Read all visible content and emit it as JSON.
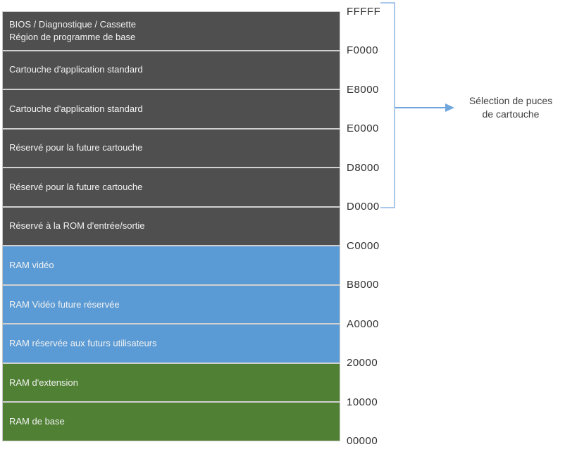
{
  "palette": {
    "rom": "#4f4f4f",
    "vram": "#5b9bd5",
    "ram": "#4f8033",
    "divider": "#d0d0d0",
    "blockText": "#f2f2f2",
    "addressText": "#303030",
    "bracket": "#a9c7e9",
    "arrow": "#71a6dc",
    "annotationText": "#3f3f3f"
  },
  "memory_map": {
    "blocks": [
      {
        "label": "BIOS / Diagnostique / Cassette\nRégion de programme de base",
        "category": "rom",
        "range": "FFFFF-F0000"
      },
      {
        "label": "Cartouche d'application standard",
        "category": "rom",
        "range": "F0000-E8000"
      },
      {
        "label": "Cartouche d'application standard",
        "category": "rom",
        "range": "E8000-E0000"
      },
      {
        "label": "Réservé pour la future cartouche",
        "category": "rom",
        "range": "E0000-D8000"
      },
      {
        "label": "Réservé pour la future cartouche",
        "category": "rom",
        "range": "D8000-D0000"
      },
      {
        "label": "Réservé à la ROM d'entrée/sortie",
        "category": "rom",
        "range": "D0000-C0000"
      },
      {
        "label": "RAM vidéo",
        "category": "vram",
        "range": "C0000-B8000"
      },
      {
        "label": "RAM Vidéo future réservée",
        "category": "vram",
        "range": "B8000-A0000"
      },
      {
        "label": "RAM réservée aux futurs utilisateurs",
        "category": "vram",
        "range": "A0000-20000"
      },
      {
        "label": "RAM d'extension",
        "category": "ram",
        "range": "20000-10000"
      },
      {
        "label": "RAM de base",
        "category": "ram",
        "range": "10000-00000"
      }
    ],
    "addresses": [
      "FFFFF",
      "F0000",
      "E8000",
      "E0000",
      "D8000",
      "D0000",
      "C0000",
      "B8000",
      "A0000",
      "20000",
      "10000",
      "00000"
    ]
  },
  "annotation": {
    "label": "Sélection de puces\nde cartouche"
  }
}
